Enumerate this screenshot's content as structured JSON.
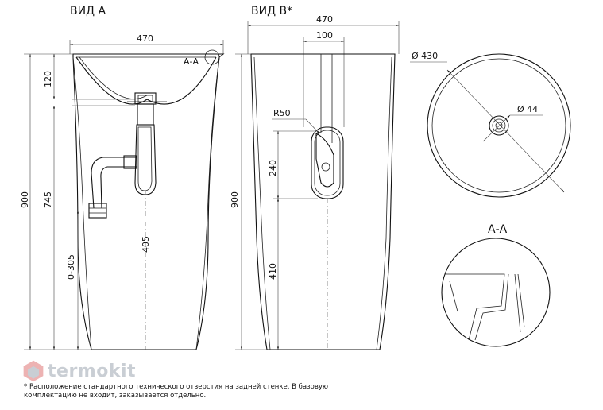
{
  "views": {
    "view_a_title": "ВИД А",
    "view_b_title": "ВИД B*",
    "section_title": "А-А",
    "section_mark": "А-А"
  },
  "dimensions": {
    "a_width": "470",
    "a_height": "900",
    "a_bowl_depth": "120",
    "a_drain_height": "745",
    "a_adjust": "0-305",
    "a_siphon": "405",
    "b_width": "470",
    "b_opening_width": "100",
    "b_radius": "R50",
    "b_opening_height": "240",
    "b_height": "900",
    "b_floor_offset": "410",
    "top_diameter": "Ø 430",
    "drain_diameter": "Ø 44"
  },
  "footnote": "* Расположение стандартного технического отверстия на задней стенке. В базовую комплектацию не входит, заказывается отдельно.",
  "brand": {
    "name": "termokit",
    "color": "#c9ced4",
    "accent": "#e8a0a0"
  }
}
